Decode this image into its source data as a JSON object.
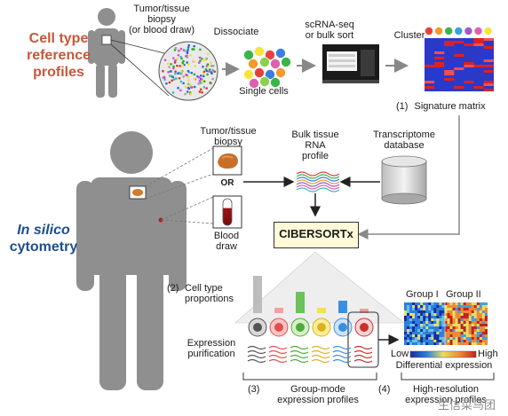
{
  "top": {
    "title_line1": "Cell type",
    "title_line2": "reference",
    "title_line3": "profiles",
    "biopsy_line1": "Tumor/tissue",
    "biopsy_line2": "biopsy",
    "biopsy_line3": "(or blood draw)",
    "dissociate": "Dissociate",
    "single_cells": "Single cells",
    "scrna_line1": "scRNA-seq",
    "scrna_line2": "or bulk sort",
    "cluster": "Cluster",
    "step1": "(1)",
    "signature_matrix": "Signature matrix"
  },
  "bottom": {
    "title_line1": "In silico",
    "title_line2": "cytometry",
    "biopsy_line1": "Tumor/tissue",
    "biopsy_line2": "biopsy",
    "or": "OR",
    "blood_line1": "Blood",
    "blood_line2": "draw",
    "bulk_line1": "Bulk tissue",
    "bulk_line2": "RNA",
    "bulk_line3": "profile",
    "tx_line1": "Transcriptome",
    "tx_line2": "database",
    "cibersortx": "CIBERSORTx",
    "step2": "(2)",
    "proportions_line1": "Cell type",
    "proportions_line2": "proportions",
    "expression_line1": "Expression",
    "expression_line2": "purification",
    "step3": "(3)",
    "group_line1": "Group-mode",
    "group_line2": "expression profiles",
    "step4": "(4)",
    "hires_line1": "High-resolution",
    "hires_line2": "expression profiles",
    "group1": "Group I",
    "group2": "Group II",
    "low": "Low",
    "high": "High",
    "diff_expr": "Differential expression"
  },
  "watermark": "生信菜鸟团",
  "colors": {
    "title_red": "#c8563a",
    "title_blue": "#1e4f8c",
    "cibersort_box": "#fffbd8",
    "bar_colors": [
      "#bdbdbd",
      "#f2a0a0",
      "#6ac259",
      "#f2e34a",
      "#3a8fe0",
      "#e8a0a0"
    ]
  }
}
